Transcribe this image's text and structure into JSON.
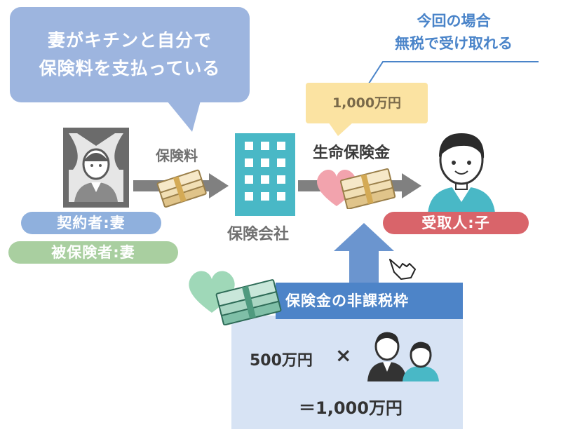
{
  "callout": {
    "line1": "妻がキチンと自分で",
    "line2": "保険料を支払っている"
  },
  "top_right_note": {
    "line1": "今回の場合",
    "line2": "無税で受け取れる"
  },
  "received_amount": "1,000万円",
  "premium_label": "保険料",
  "benefit_label": "生命保険金",
  "insurance_company_label": "保険会社",
  "contractor_pill": "契約者:妻",
  "insured_pill": "被保険者:妻",
  "recipient_pill": "受取人:子",
  "exemption": {
    "header": "保険金の非課税枠",
    "formula_amount": "500万円",
    "times": "×",
    "result": "＝1,000万円"
  },
  "colors": {
    "callout_blue": "#9db5df",
    "contractor_blue": "#8fb0dd",
    "insured_green": "#a9cfa0",
    "recipient_red": "#d9646a",
    "building_teal": "#49b8c6",
    "header_blue": "#4d84c8",
    "box_blue": "#d7e3f4",
    "bubble_yellow": "#fbe3a2"
  },
  "icons": [
    "deceased-portrait-icon",
    "money-stack-icon",
    "building-icon",
    "heart-icon",
    "child-avatar-icon",
    "pointer-hand-icon",
    "family-icon"
  ]
}
